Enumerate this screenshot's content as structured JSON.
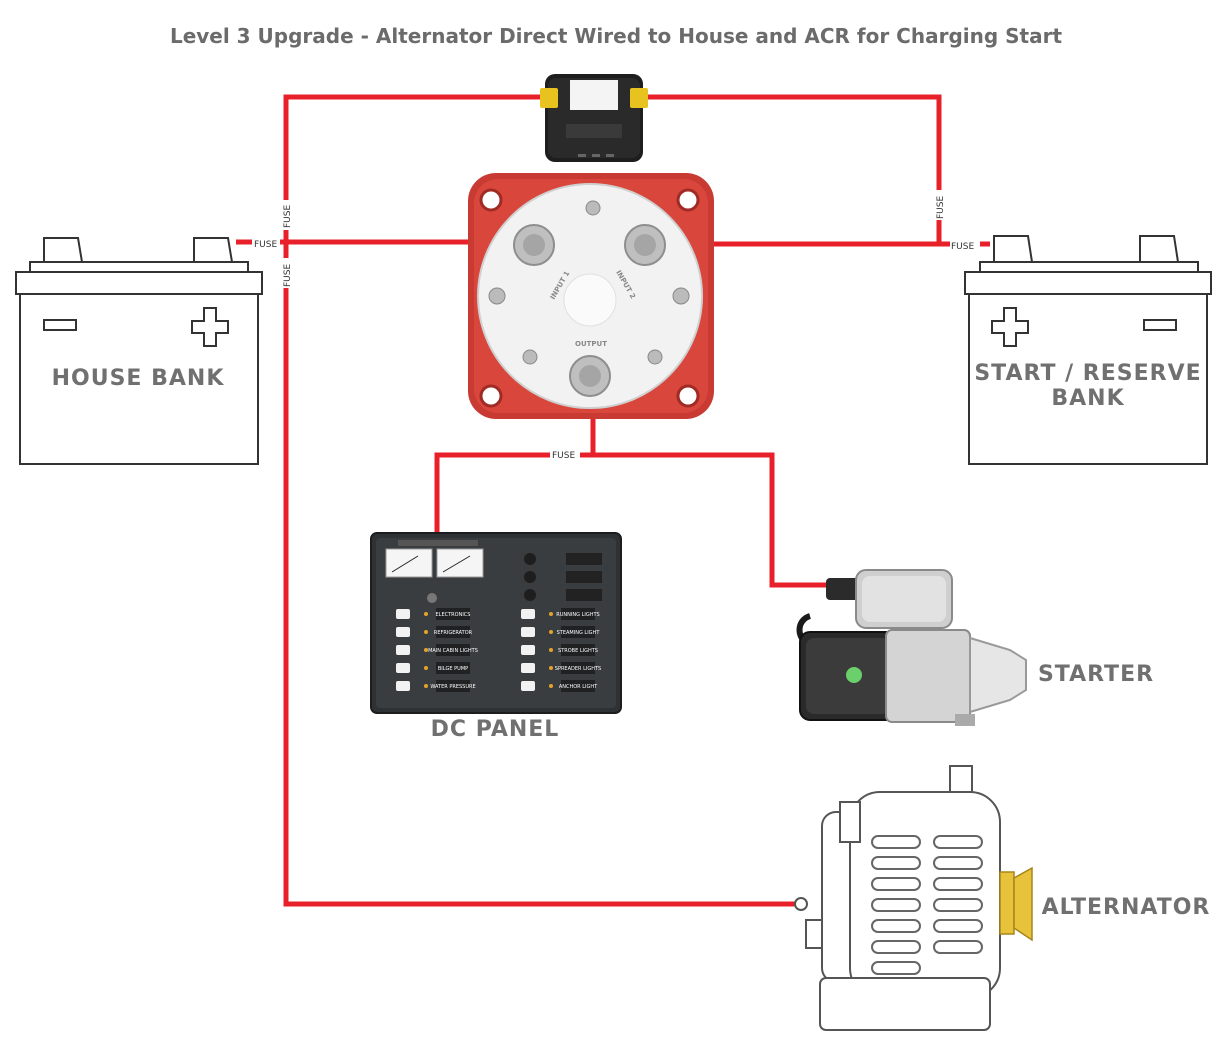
{
  "title": "Level 3 Upgrade - Alternator Direct Wired to House and ACR for Charging Start",
  "labels": {
    "house_bank": "HOUSE BANK",
    "start_bank_line1": "START / RESERVE",
    "start_bank_line2": "BANK",
    "dc_panel": "DC PANEL",
    "starter": "STARTER",
    "alternator": "ALTERNATOR"
  },
  "fuses": {
    "house_top": "FUSE",
    "house_side": "FUSE",
    "house_alt": "FUSE",
    "acr_right": "FUSE",
    "start_side": "FUSE",
    "output": "FUSE"
  },
  "switch_text": {
    "input1": "INPUT 1",
    "input2": "INPUT 2",
    "output": "OUTPUT"
  },
  "panel_switches_left": [
    "ELECTRONICS",
    "REFRIGERATOR",
    "MAIN CABIN LIGHTS",
    "BILGE PUMP",
    "WATER PRESSURE"
  ],
  "panel_switches_right": [
    "RUNNING LIGHTS",
    "STEAMING LIGHT",
    "STROBE LIGHTS",
    "SPREADER LIGHTS",
    "ANCHOR LIGHT"
  ],
  "colors": {
    "wire": "#e8202a",
    "label_gray": "#707070",
    "switch_red": "#d8362f",
    "panel_dark": "#3a3d40",
    "alternator_pulley": "#e8c23a"
  }
}
